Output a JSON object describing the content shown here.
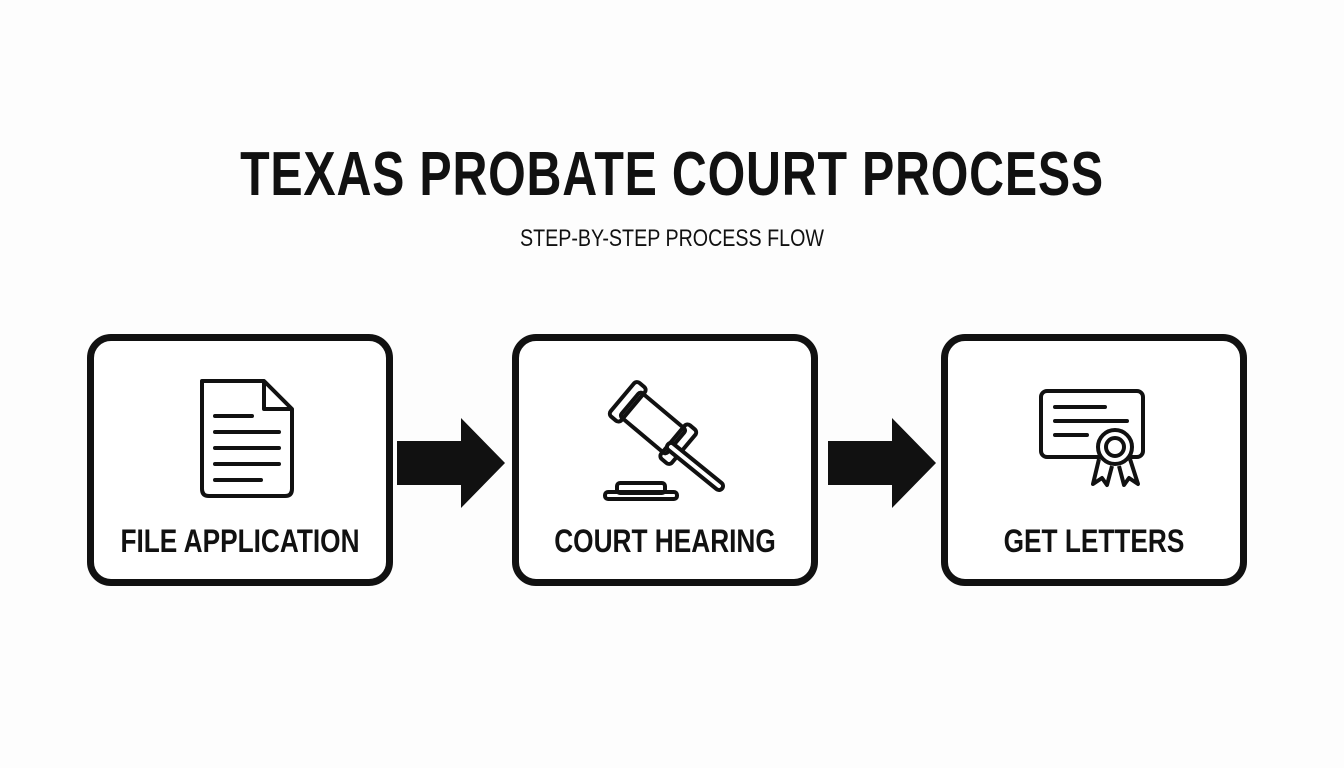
{
  "title": "TEXAS PROBATE COURT PROCESS",
  "subtitle": "STEP-BY-STEP PROCESS FLOW",
  "steps": [
    {
      "label": "FILE APPLICATION",
      "icon": "document-icon"
    },
    {
      "label": "COURT HEARING",
      "icon": "gavel-icon"
    },
    {
      "label": "GET LETTERS",
      "icon": "certificate-icon"
    }
  ],
  "colors": {
    "stroke": "#111111",
    "background": "#fdfdfd",
    "box_fill": "#ffffff"
  }
}
